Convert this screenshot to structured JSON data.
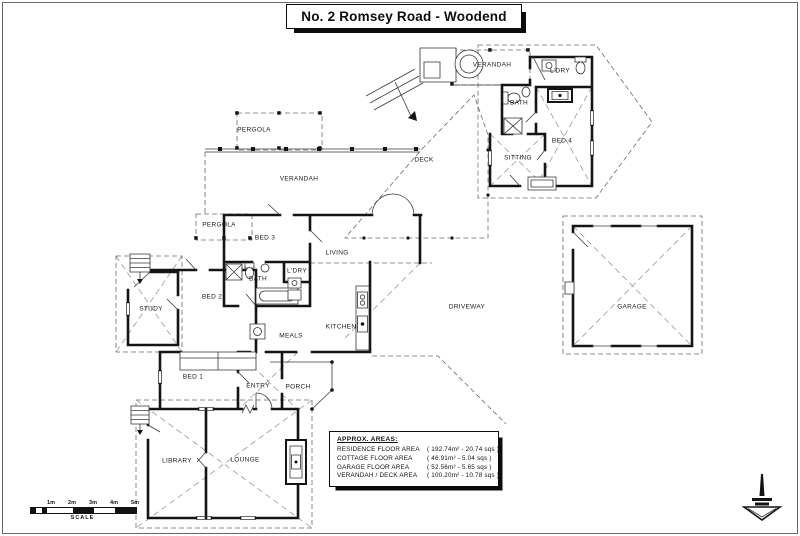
{
  "title": "No. 2 Romsey Road - Woodend",
  "rooms": [
    {
      "id": "pergola-top",
      "label": "PERGOLA"
    },
    {
      "id": "verandah-main",
      "label": "VERANDAH"
    },
    {
      "id": "pergola-side",
      "label": "PERGOLA"
    },
    {
      "id": "bed-3",
      "label": "BED 3"
    },
    {
      "id": "living",
      "label": "LIVING"
    },
    {
      "id": "laundry-main",
      "label": "L'DRY"
    },
    {
      "id": "bath-main",
      "label": "BATH"
    },
    {
      "id": "bed-2",
      "label": "BED 2"
    },
    {
      "id": "study",
      "label": "STUDY"
    },
    {
      "id": "meals",
      "label": "MEALS"
    },
    {
      "id": "kitchen",
      "label": "KITCHEN"
    },
    {
      "id": "bed-1",
      "label": "BED 1"
    },
    {
      "id": "entry",
      "label": "ENTRY"
    },
    {
      "id": "porch",
      "label": "PORCH"
    },
    {
      "id": "library",
      "label": "LIBRARY"
    },
    {
      "id": "lounge",
      "label": "LOUNGE"
    },
    {
      "id": "deck",
      "label": "DECK"
    },
    {
      "id": "driveway",
      "label": "DRIVEWAY"
    },
    {
      "id": "verandah-cottage",
      "label": "VERANDAH"
    },
    {
      "id": "laundry-cottage",
      "label": "L'DRY"
    },
    {
      "id": "bath-cottage",
      "label": "BATH"
    },
    {
      "id": "bed-4",
      "label": "BED 4"
    },
    {
      "id": "sitting",
      "label": "SITTING"
    },
    {
      "id": "garage",
      "label": "GARAGE"
    }
  ],
  "areas": {
    "heading": "APPROX. AREAS:",
    "rows": [
      {
        "label": "RESIDENCE FLOOR AREA",
        "value": "( 192.74m²  -  20.74 sqs )"
      },
      {
        "label": "COTTAGE FLOOR AREA",
        "value": "(  46.91m²  -   5.04 sqs )"
      },
      {
        "label": "GARAGE FLOOR AREA",
        "value": "(  52.56m²  -   5.65 sqs )"
      },
      {
        "label": "VERANDAH / DECK AREA",
        "value": "( 100.20m²  -  10.78 sqs )"
      }
    ]
  },
  "scale_bar": {
    "ticks": [
      "1m",
      "2m",
      "3m",
      "4m",
      "5m"
    ],
    "label": "SCALE"
  },
  "compass": {
    "icon": "north-point-logo"
  },
  "colors": {
    "ink": "#141414",
    "dash": "#6a6a6a",
    "paper": "#ffffff"
  }
}
